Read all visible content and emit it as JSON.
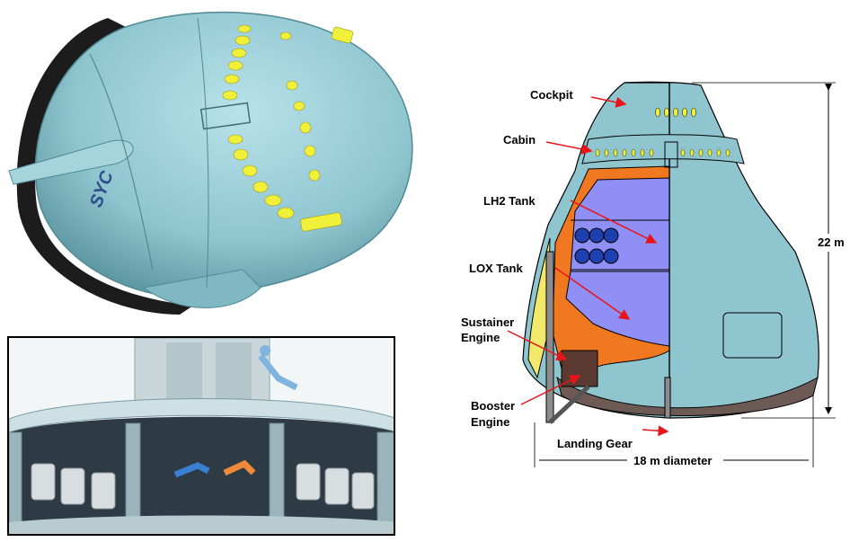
{
  "labels": {
    "cockpit": "Cockpit",
    "cabin": "Cabin",
    "lh2_tank": "LH2 Tank",
    "lox_tank": "LOX Tank",
    "sustainer_line1": "Sustainer",
    "sustainer_line2": "Engine",
    "booster_line1": "Booster",
    "booster_line2": "Engine",
    "landing_gear": "Landing Gear",
    "diameter": "18 m diameter",
    "height": "22 m"
  },
  "colors": {
    "hull": "#8ec5cf",
    "hull_dark": "#5e9aa6",
    "window": "#f0f03a",
    "orange": "#f07820",
    "yellow": "#f2e96a",
    "tank_blue": "#8f8ff5",
    "heat_shield": "#6e5a55",
    "arrow": "#e8141a"
  }
}
